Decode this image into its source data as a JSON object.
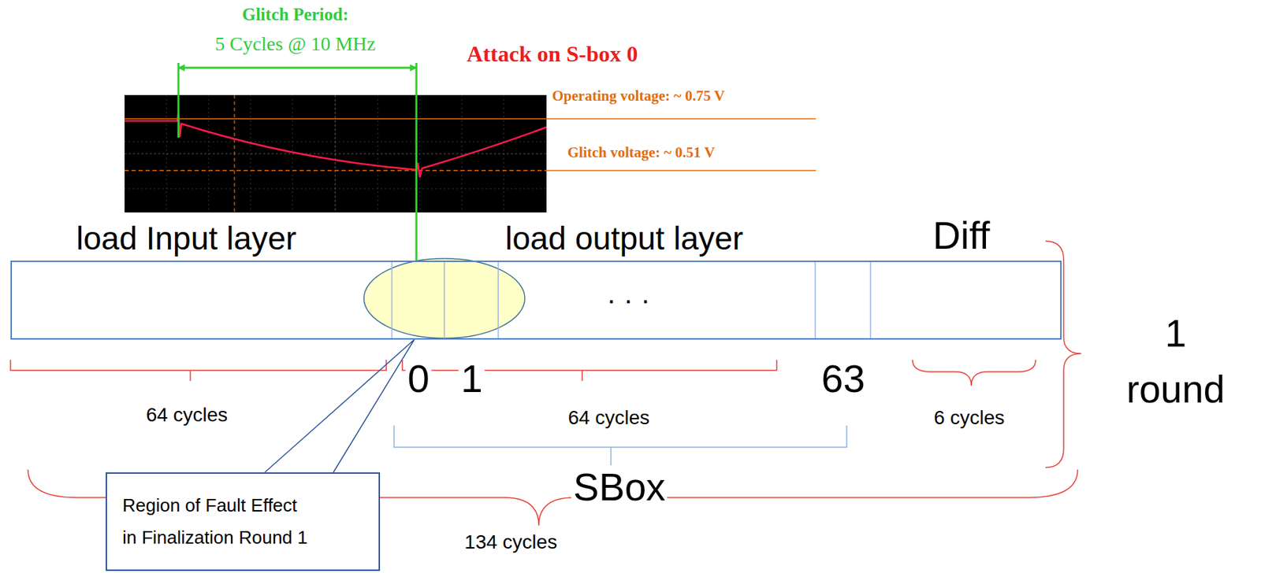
{
  "diagram": {
    "nodes": [
      {
        "text": [
          "· · ·"
        ]
      },
      {
        "text": [
          "Region of Fault Effect in Finalization Round 1"
        ]
      }
    ],
    "edges": [
      {
        "from": 1,
        "to": 0,
        "arrow": "none"
      }
    ],
    "labels": [
      "Glitch Period:",
      "5 Cycles @ 10 MHz",
      "Attack on S-box 0",
      "Operating voltage: ~ 0.75 V",
      "Glitch voltage: ~ 0.51 V",
      "load Input layer",
      "load output layer",
      "Diff",
      "1 round",
      "0",
      "1",
      "63",
      "64 cycles",
      "64 cycles",
      "6 cycles",
      "SBox",
      "134 cycles"
    ]
  }
}
